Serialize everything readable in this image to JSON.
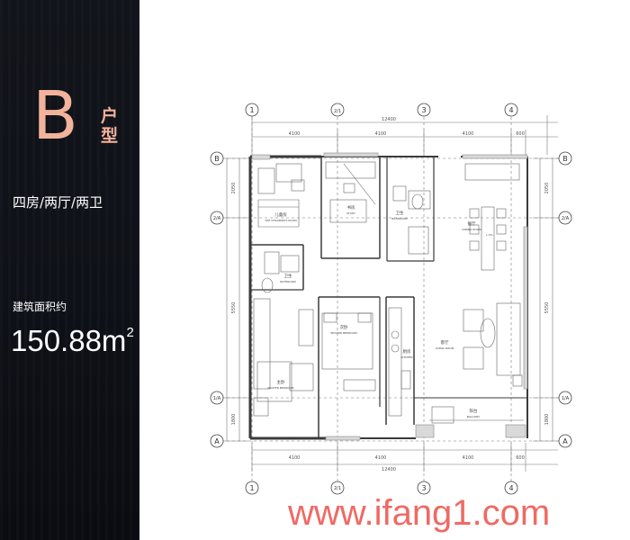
{
  "sidebar": {
    "type_letter": "B",
    "type_word": "户型",
    "layout": "四房/两厅/两卫",
    "area_label": "建筑面积约",
    "area_value": "150.88m",
    "area_unit_sup": "2"
  },
  "plan": {
    "axes_top": [
      "1",
      "2/1",
      "3",
      "4"
    ],
    "axes_bottom": [
      "1",
      "2/1",
      "3",
      "4"
    ],
    "axes_left": [
      "B",
      "2/A",
      "1/A",
      "A"
    ],
    "axes_right": [
      "B",
      "2/A",
      "1/A",
      "A"
    ],
    "dims_top_total": "12400",
    "dims_top": [
      "4100",
      "4100",
      "4100",
      "600"
    ],
    "dims_bottom_total": "12400",
    "dims_bottom": [
      "4100",
      "4100",
      "4100",
      "600"
    ],
    "dims_left": [
      "2050",
      "5550",
      "1800"
    ],
    "dims_right": [
      "2050",
      "5550",
      "1800"
    ],
    "rooms": {
      "childrens_room_cn": "儿童房",
      "childrens_room_en": "THE CHILDREN'S ROOM",
      "study_cn": "书房",
      "study_en": "STUDY",
      "bath_top_cn": "卫生",
      "bath_top_en": "BATHROOM",
      "bath_left_cn": "卫生",
      "bath_left_en": "BATHROOM",
      "dining_cn": "餐厅",
      "dining_en": "DINING ROOM",
      "second_bed_cn": "次卧",
      "second_bed_en": "SECOND BEDROOM",
      "master_bed_cn": "主卧",
      "master_bed_en": "MASTER BEDROOM",
      "kitchen_cn": "厨房",
      "kitchen_en": "KITCHEN",
      "living_cn": "客厅",
      "living_en": "LIVING ROOM",
      "balcony_cn": "阳台",
      "balcony_en": "BALCONY",
      "lift_label": "L-5%"
    }
  },
  "watermark": "www.ifang1.com",
  "colors": {
    "sidebar_bg": "#12141b",
    "accent_peach": "#f2b39b",
    "watermark_red": "#ef6a64",
    "plan_line": "#444444"
  }
}
